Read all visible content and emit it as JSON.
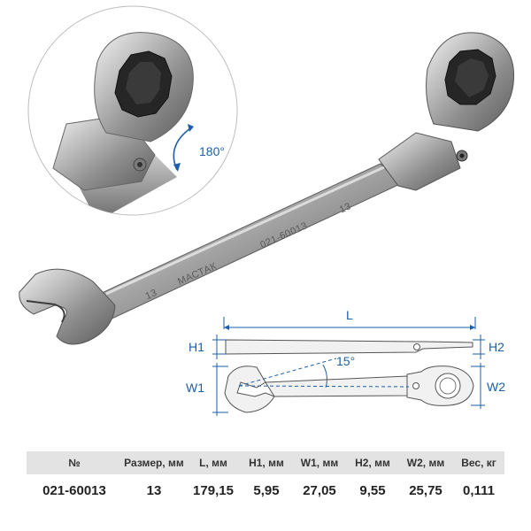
{
  "labels": {
    "rotation": "180°",
    "angle": "15°",
    "L": "L",
    "H1": "H1",
    "H2": "H2",
    "W1": "W1",
    "W2": "W2"
  },
  "engraving": {
    "brand": "МАСТАК",
    "model": "021-60013",
    "size_open": "13",
    "size_ring": "13"
  },
  "colors": {
    "dimension": "#1d5fa8",
    "steel_dark": "#4a4a4a",
    "steel_light": "#d6d6d6",
    "header_bg": "#e3e3e3"
  },
  "table": {
    "headers": [
      "№",
      "Размер, мм",
      "L, мм",
      "H1, мм",
      "W1, мм",
      "H2, мм",
      "W2, мм",
      "Вес, кг"
    ],
    "row": [
      "021-60013",
      "13",
      "179,15",
      "5,95",
      "27,05",
      "9,55",
      "25,75",
      "0,111"
    ]
  }
}
